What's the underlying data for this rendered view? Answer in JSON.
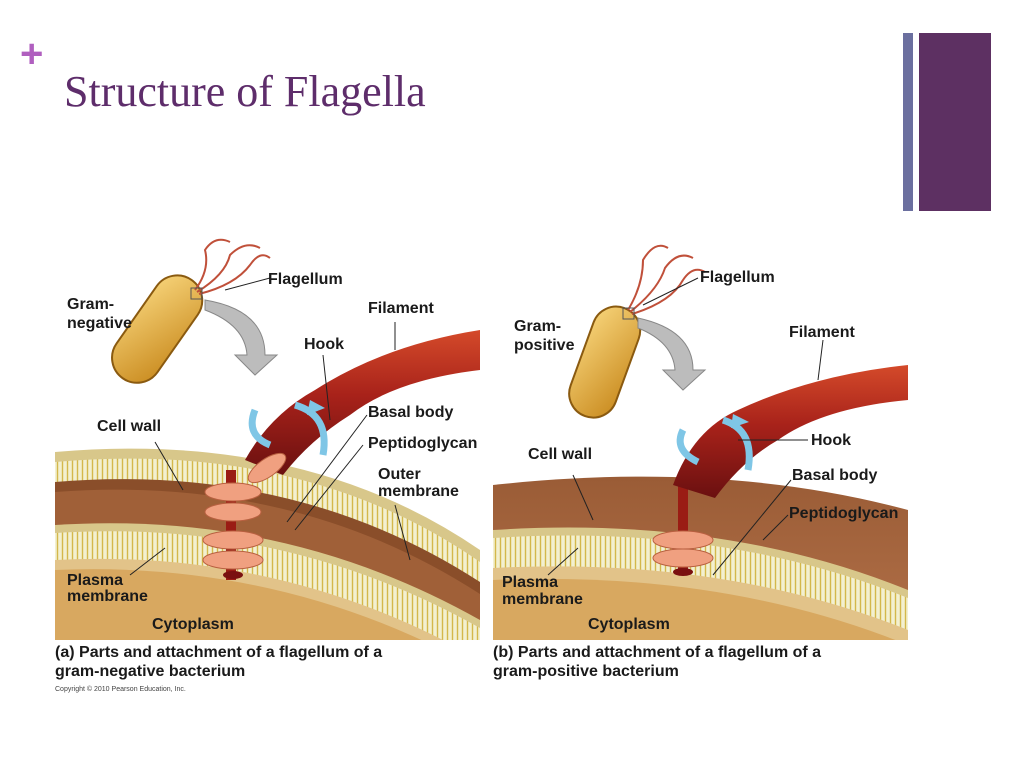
{
  "slide": {
    "marker": "+",
    "title": "Structure of Flagella",
    "accent_colors": {
      "title": "#5e2d6b",
      "plus": "#b05fbf",
      "bar_light": "#6b6f9f",
      "bar_dark": "#5d3062"
    }
  },
  "panel_a": {
    "labels": {
      "flagellum": "Flagellum",
      "gram_1": "Gram-",
      "gram_2": "negative",
      "filament": "Filament",
      "hook": "Hook",
      "basal_body": "Basal body",
      "peptidoglycan": "Peptidoglycan",
      "outer_1": "Outer",
      "outer_2": "membrane",
      "cell_wall": "Cell wall",
      "plasma_1": "Plasma",
      "plasma_2": "membrane",
      "cytoplasm": "Cytoplasm"
    },
    "caption_tag": "(a)",
    "caption_line1": "Parts and attachment of a flagellum of a",
    "caption_line2": "gram-negative bacterium"
  },
  "panel_b": {
    "labels": {
      "flagellum": "Flagellum",
      "gram_1": "Gram-",
      "gram_2": "positive",
      "filament": "Filament",
      "hook": "Hook",
      "basal_body": "Basal body",
      "peptidoglycan": "Peptidoglycan",
      "cell_wall": "Cell wall",
      "plasma_1": "Plasma",
      "plasma_2": "membrane",
      "cytoplasm": "Cytoplasm"
    },
    "caption_tag": "(b)",
    "caption_line1": "Parts and attachment of a flagellum of a",
    "caption_line2": "gram-positive bacterium"
  },
  "copyright": "Copyright © 2010 Pearson Education, Inc."
}
